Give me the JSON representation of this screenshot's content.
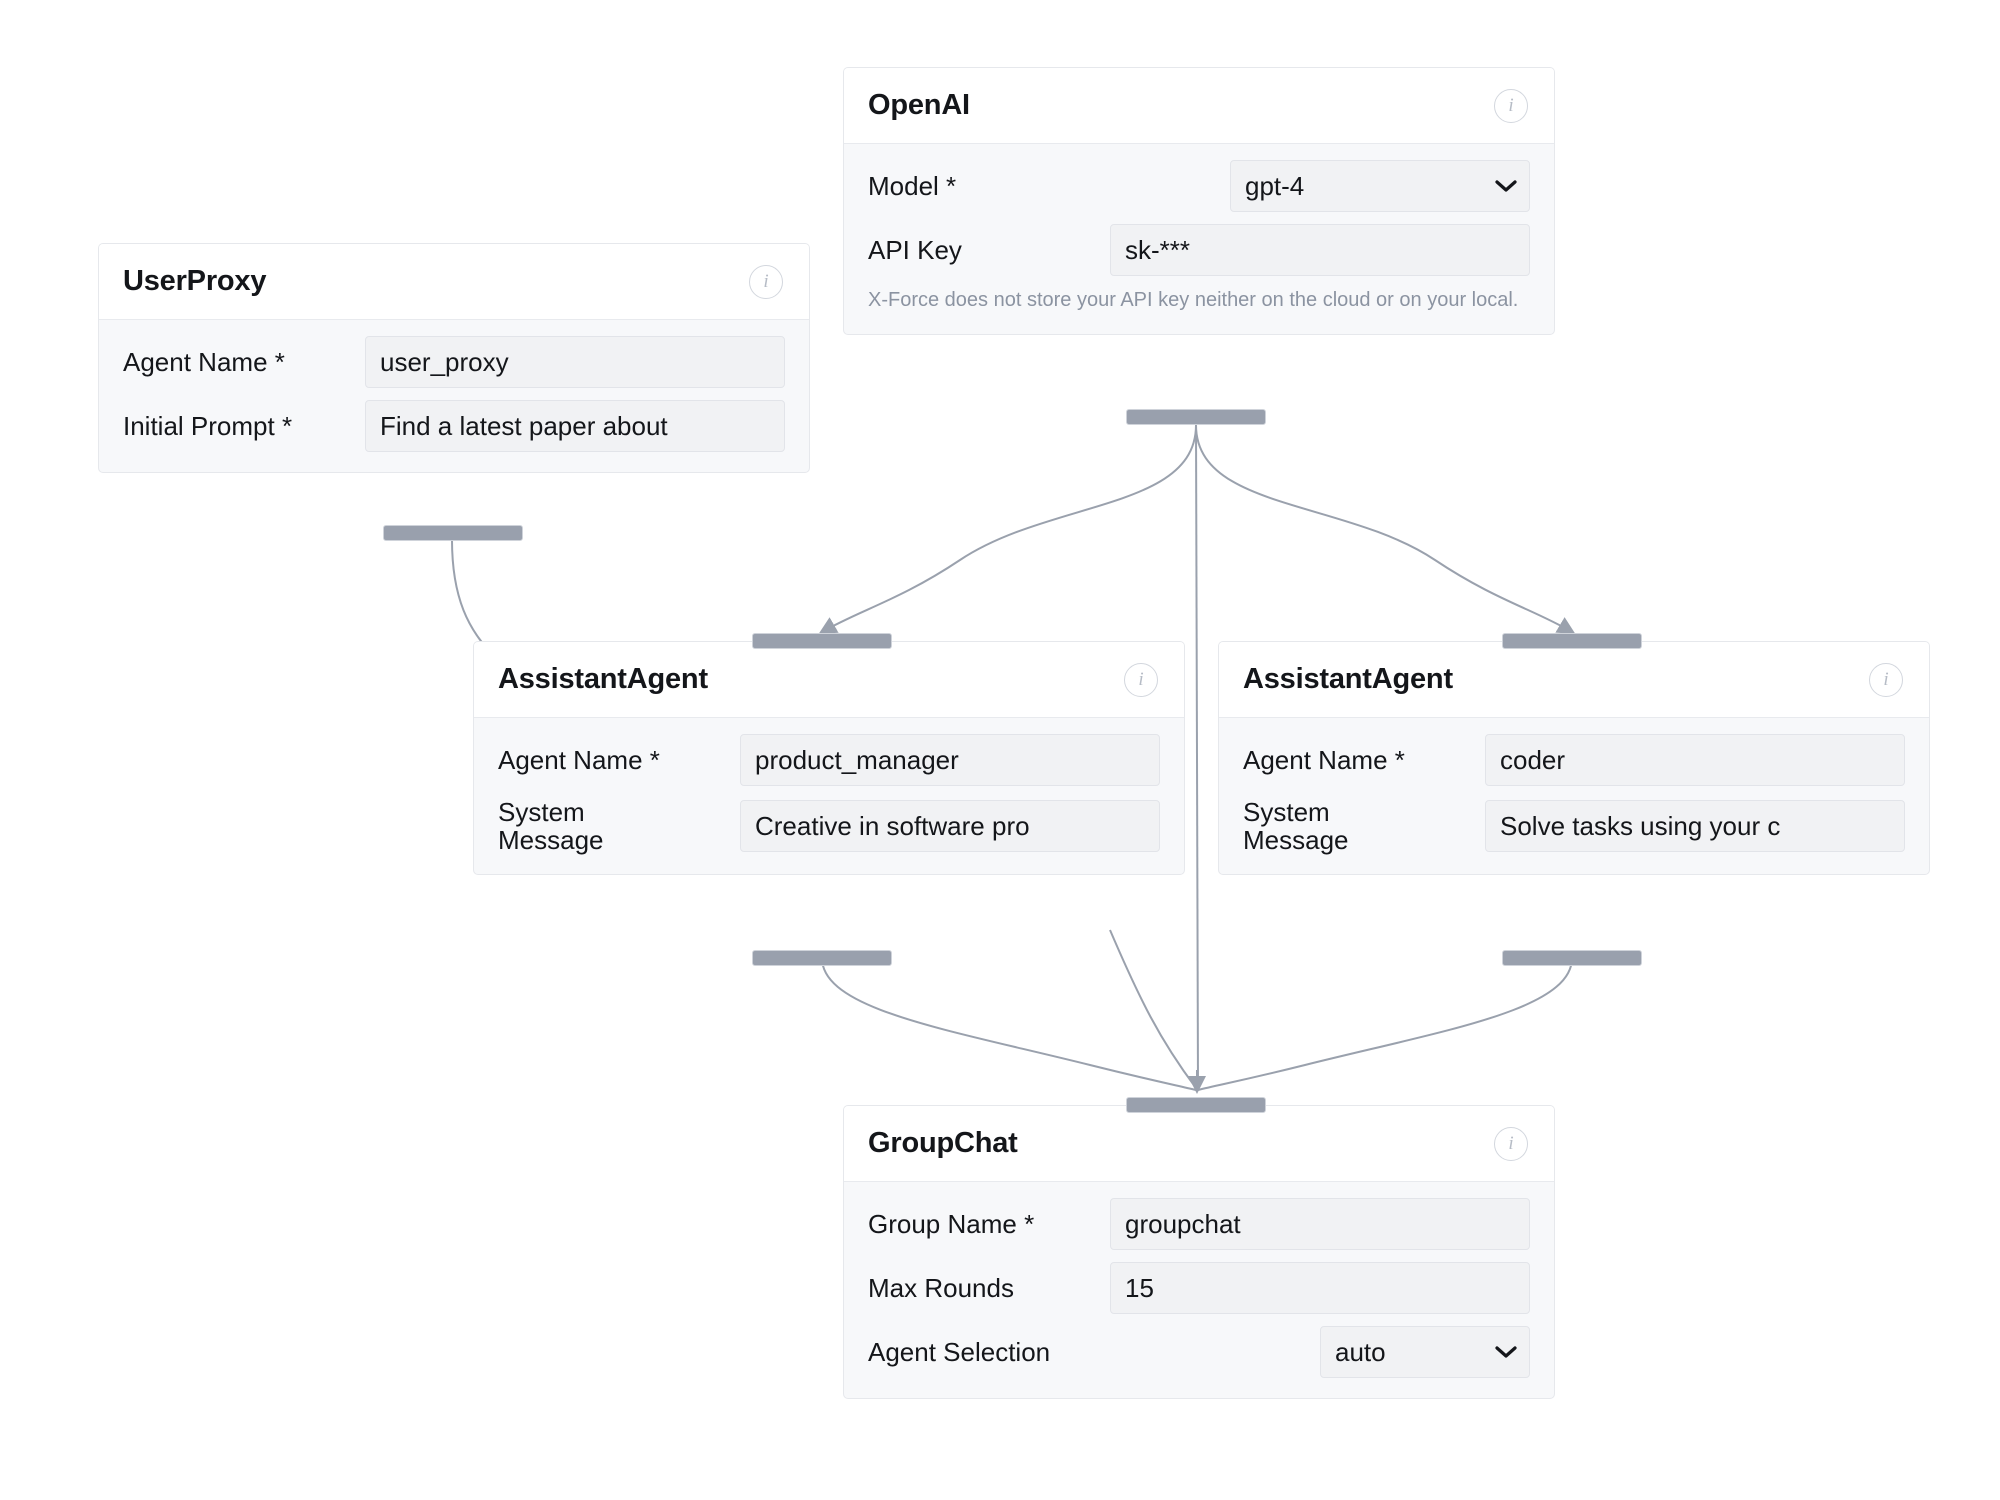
{
  "canvas": {
    "background": "#ffffff",
    "edge_color": "#9aa1ad",
    "handle_color": "#99a0ad"
  },
  "icons": {
    "info": "i",
    "chevron_down": "chevron-down-icon"
  },
  "nodes": {
    "user_proxy": {
      "title": "UserProxy",
      "fields": [
        {
          "label": "Agent Name *",
          "value": "user_proxy",
          "type": "text"
        },
        {
          "label": "Initial Prompt *",
          "value": "Find a latest paper about",
          "type": "text"
        }
      ]
    },
    "openai": {
      "title": "OpenAI",
      "fields": [
        {
          "label": "Model *",
          "value": "gpt-4",
          "type": "select"
        },
        {
          "label": "API Key",
          "value": "sk-***",
          "type": "text"
        }
      ],
      "helper": "X-Force does not store your API key neither on the cloud or on your local."
    },
    "assistant_left": {
      "title": "AssistantAgent",
      "fields": [
        {
          "label": "Agent Name *",
          "value": "product_manager",
          "type": "text"
        },
        {
          "label": "System Message",
          "value": "Creative in software pro",
          "type": "text"
        }
      ]
    },
    "assistant_right": {
      "title": "AssistantAgent",
      "fields": [
        {
          "label": "Agent Name *",
          "value": "coder",
          "type": "text"
        },
        {
          "label": "System Message",
          "value": "Solve tasks using your c",
          "type": "text"
        }
      ]
    },
    "group_chat": {
      "title": "GroupChat",
      "fields": [
        {
          "label": "Group Name *",
          "value": "groupchat",
          "type": "text"
        },
        {
          "label": "Max Rounds",
          "value": "15",
          "type": "text"
        },
        {
          "label": "Agent Selection",
          "value": "auto",
          "type": "select"
        }
      ]
    }
  }
}
